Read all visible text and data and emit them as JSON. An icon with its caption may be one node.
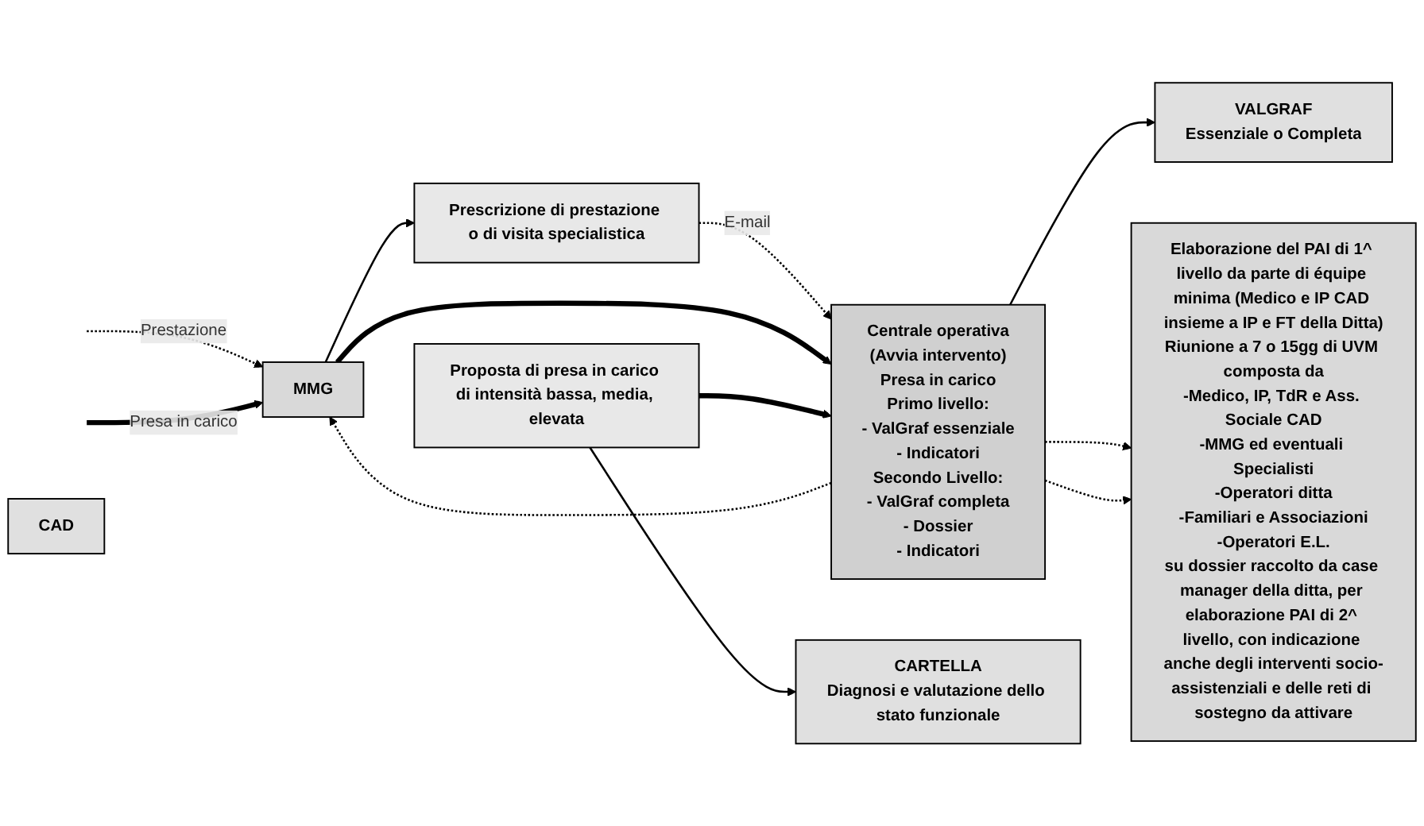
{
  "diagram": {
    "nodes": [
      {
        "text": [
          "Prescrizione di prestazione o di visita specialistica"
        ]
      },
      {
        "text": [
          "MMG"
        ]
      },
      {
        "text": [
          "Proposta di presa in carico di intensità bassa, media, elevata"
        ]
      },
      {
        "text": [
          "CARTELLA",
          "Diagnosi e valutazione dello stato funzionale"
        ]
      },
      {
        "text": [
          "Centrale operativa",
          "(Avvia intervento)",
          "Presa in carico",
          "Primo livello:",
          "- ValGraf essenziale",
          "- Indicatori",
          "Secondo Livello:",
          "- ValGraf completa",
          "- Dossier",
          "- Indicatori"
        ]
      },
      {
        "text": [
          "CAD"
        ]
      },
      {
        "text": [
          "VALGRAF",
          "Essenziale o Completa"
        ]
      },
      {
        "text": [
          "Elaborazione del PAI di 1^ livello da parte di équipe minima (Medico e IP CAD insieme a IP e FT della Ditta)",
          "Riunione a 7 o 15gg di UVM composta da",
          "-Medico, IP, TdR e Ass. Sociale CAD",
          "-MMG ed eventuali Specialisti",
          "-Operatori ditta",
          "-Familiari e Associazioni",
          "-Operatori E.L.",
          "su dossier raccolto da case manager della ditta, per elaborazione PAI di 2^ livello, con indicazione anche degli interventi socio-assistenziali e delle reti di sostegno da attivare"
        ]
      }
    ],
    "edges": [
      {
        "from": null,
        "to": 1,
        "arrow": "to",
        "label": "Prestazione",
        "style": "dashed"
      },
      {
        "from": null,
        "to": 1,
        "arrow": "to",
        "label": "Presa in carico",
        "style": "thick"
      },
      {
        "from": 1,
        "to": 0,
        "arrow": "to"
      },
      {
        "from": 2,
        "to": 3,
        "arrow": "to"
      },
      {
        "from": 0,
        "to": 4,
        "arrow": "to",
        "label": "E-mail",
        "style": "dashed"
      },
      {
        "from": 4,
        "to": 1,
        "arrow": "to",
        "style": "dashed"
      },
      {
        "from": 1,
        "to": 4,
        "arrow": "to",
        "style": "thick"
      },
      {
        "from": 2,
        "to": 4,
        "arrow": "to",
        "style": "thick"
      },
      {
        "from": 4,
        "to": 6,
        "arrow": "to"
      },
      {
        "from": 4,
        "to": 7,
        "arrow": "to",
        "style": "dashed"
      },
      {
        "from": 4,
        "to": 7,
        "arrow": "to",
        "style": "dashed"
      }
    ]
  }
}
